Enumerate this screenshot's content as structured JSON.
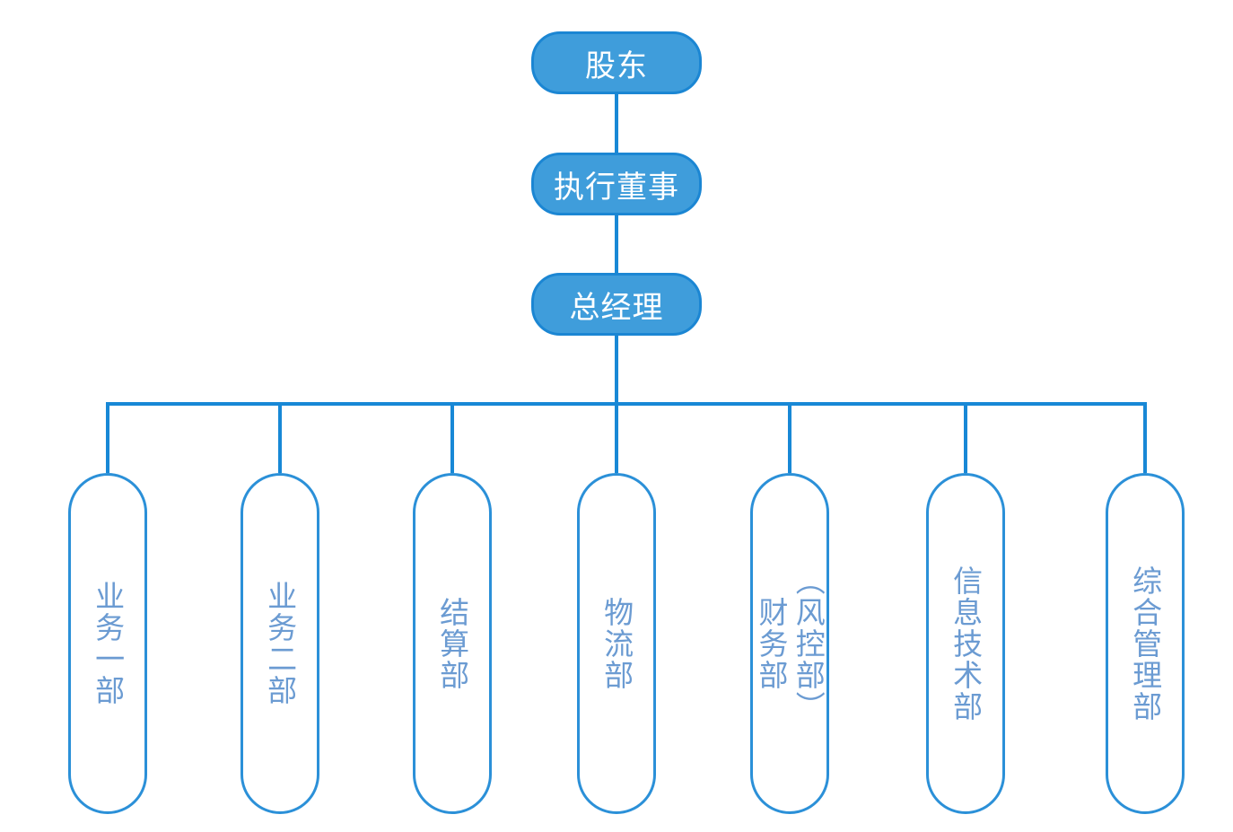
{
  "diagram": {
    "type": "org-chart",
    "chain": [
      {
        "id": "shareholders",
        "label": "股东"
      },
      {
        "id": "executive-director",
        "label": "执行董事"
      },
      {
        "id": "general-manager",
        "label": "总经理"
      }
    ],
    "departments": [
      {
        "id": "business-dept-1",
        "label": "业务一部"
      },
      {
        "id": "business-dept-2",
        "label": "业务二部"
      },
      {
        "id": "settlement-dept",
        "label": "结算部"
      },
      {
        "id": "logistics-dept",
        "label": "物流部"
      },
      {
        "id": "finance-risk-dept",
        "label": "财务部\n（风控部）"
      },
      {
        "id": "info-tech-dept",
        "label": "信息技术部"
      },
      {
        "id": "general-mgmt-dept",
        "label": "综合管理部"
      }
    ]
  },
  "colors": {
    "node_fill": "#3F9DDB",
    "node_border": "#1B86D3",
    "node_text_color": "#FFFFFF",
    "connector": "#1888D6",
    "leaf_border": "#2B90D8",
    "leaf_fill": "#FFFFFF",
    "leaf_text_color": "#6B9BD2",
    "background": "#FFFFFF"
  }
}
